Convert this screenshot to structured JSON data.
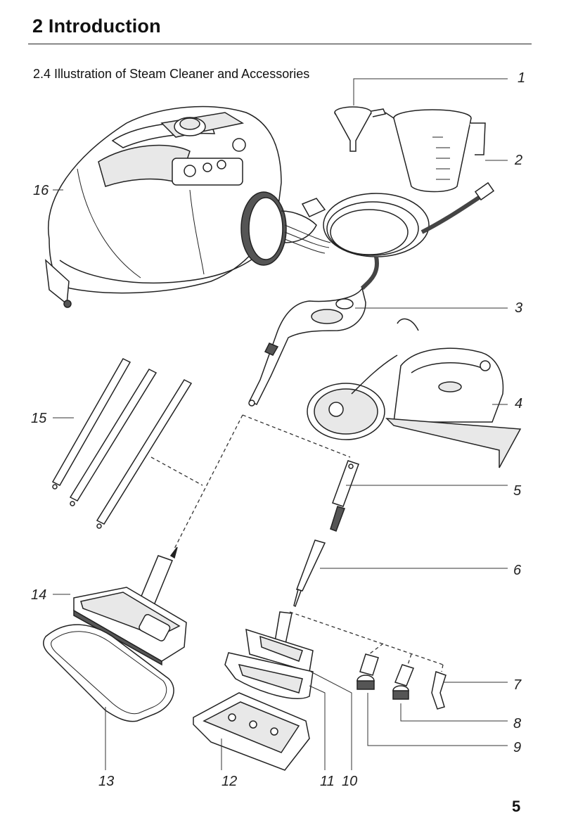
{
  "header": {
    "chapter_title": "2  Introduction",
    "section_title": "2.4 Illustration of Steam Cleaner and Accessories"
  },
  "callouts": {
    "c1": "1",
    "c2": "2",
    "c3": "3",
    "c4": "4",
    "c5": "5",
    "c6": "6",
    "c7": "7",
    "c8": "8",
    "c9": "9",
    "c10": "10",
    "c11": "11",
    "c12": "12",
    "c13": "13",
    "c14": "14",
    "c15": "15",
    "c16": "16"
  },
  "footer": {
    "page_number": "5"
  }
}
